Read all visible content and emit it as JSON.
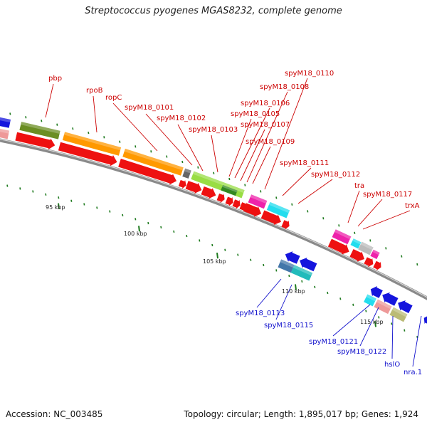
{
  "title": "Streptococcus pyogenes MGAS8232, complete genome",
  "footer": {
    "accession": "Accession: NC_003485",
    "topology": "Topology: circular; Length: 1,895,017 bp; Genes: 1,924"
  },
  "colors": {
    "backbone": "#7a7a7a",
    "cds": "#ee1111",
    "reverse_cds": "#1515dd",
    "forward_label": "#cc0000",
    "reverse_label": "#1010cc",
    "tick": "#1e7a1e"
  },
  "kbp_labels": [
    "95 kbp",
    "100 kbp",
    "105 kbp",
    "110 kbp",
    "115 kbp"
  ],
  "forward_labels": [
    "pbp",
    "rpoB",
    "ropC",
    "spyM18_0101",
    "spyM18_0102",
    "spyM18_0103",
    "spyM18_0105",
    "spyM18_0106",
    "spyM18_0107",
    "spyM18_0108",
    "spyM18_0109",
    "spyM18_0110",
    "spyM18_0111",
    "spyM18_0112",
    "tra",
    "spyM18_0117",
    "trxA"
  ],
  "reverse_labels": [
    "spyM18_0113",
    "spyM18_0115",
    "spyM18_0121",
    "spyM18_0122",
    "hslO",
    "nra.1"
  ]
}
